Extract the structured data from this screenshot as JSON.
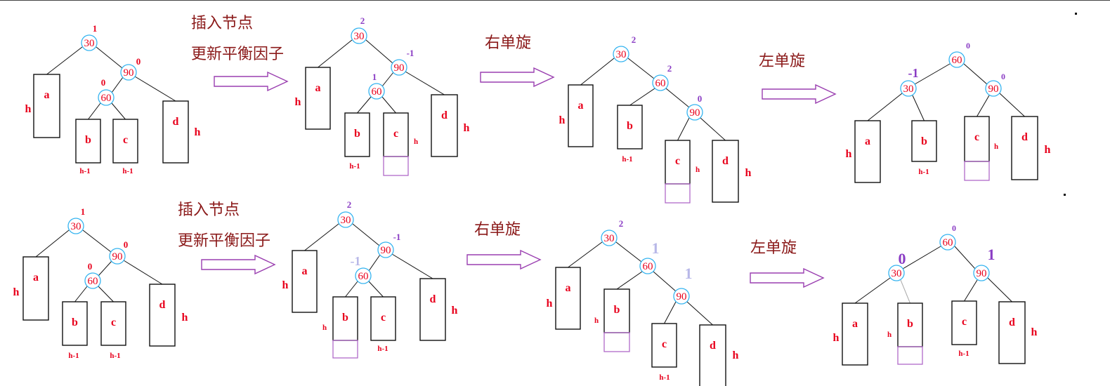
{
  "colors": {
    "node_number": "#e8001c",
    "node_circle": "#35b4f0",
    "leaf_letter": "#e8001c",
    "height_label": "#e8001c",
    "step_text": "#8b1a1a",
    "arrow": "#9a3fb0",
    "inserted_box": "#b06ac8",
    "bf_red": "#e8001c",
    "bf_purple": "#8a3cc4",
    "bf_faded": "#b8b8e8"
  },
  "steps": {
    "insert": [
      "插入节点",
      "更新平衡因子"
    ],
    "rotate_right": "右单旋",
    "rotate_left": "左单旋"
  },
  "height_labels": {
    "h": "h",
    "h_minus_1": "h-1"
  },
  "rows": [
    {
      "stages": [
        {
          "nodes": [
            "30",
            "90",
            "60"
          ],
          "leaves": [
            "a",
            "b",
            "c",
            "d"
          ],
          "balance_factors": [
            "1",
            "0",
            "0"
          ]
        },
        {
          "nodes": [
            "30",
            "90",
            "60"
          ],
          "leaves": [
            "a",
            "b",
            "c",
            "d"
          ],
          "balance_factors": [
            "2",
            "-1",
            "1"
          ]
        },
        {
          "nodes": [
            "30",
            "60",
            "90"
          ],
          "leaves": [
            "a",
            "b",
            "c",
            "d"
          ],
          "balance_factors": [
            "2",
            "2",
            "0"
          ]
        },
        {
          "nodes": [
            "60",
            "30",
            "90"
          ],
          "leaves": [
            "a",
            "b",
            "c",
            "d"
          ],
          "balance_factors": [
            "0",
            "-1",
            "0"
          ]
        }
      ]
    },
    {
      "stages": [
        {
          "nodes": [
            "30",
            "90",
            "60"
          ],
          "leaves": [
            "a",
            "b",
            "c",
            "d"
          ],
          "balance_factors": [
            "1",
            "0",
            "0"
          ]
        },
        {
          "nodes": [
            "30",
            "90",
            "60"
          ],
          "leaves": [
            "a",
            "b",
            "c",
            "d"
          ],
          "balance_factors": [
            "2",
            "-1",
            "-1"
          ]
        },
        {
          "nodes": [
            "30",
            "60",
            "90"
          ],
          "leaves": [
            "a",
            "b",
            "c",
            "d"
          ],
          "balance_factors": [
            "2",
            "1",
            "1"
          ]
        },
        {
          "nodes": [
            "60",
            "30",
            "90"
          ],
          "leaves": [
            "a",
            "b",
            "c",
            "d"
          ],
          "balance_factors": [
            "0",
            "0",
            "1"
          ]
        }
      ]
    }
  ]
}
